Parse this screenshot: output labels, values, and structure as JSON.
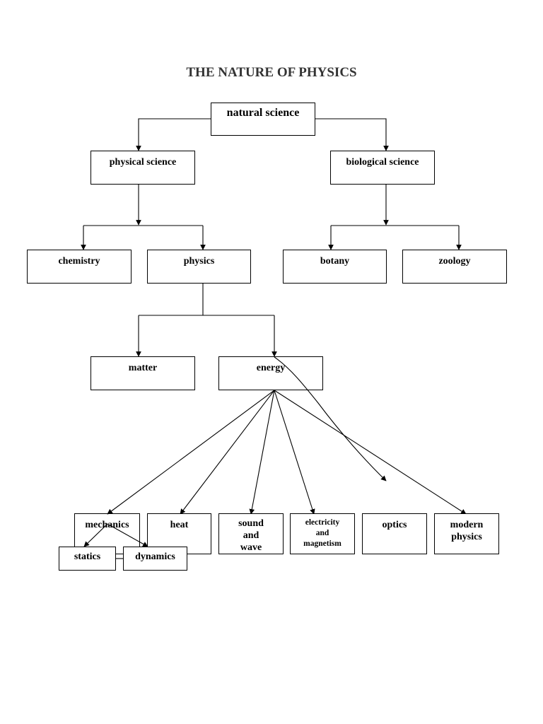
{
  "title": "THE NATURE OF PHYSICS",
  "nodes": {
    "natural_science": "natural science",
    "physical_science": "physical science",
    "biological_science": "biological science",
    "chemistry": "chemistry",
    "physics": "physics",
    "botany": "botany",
    "zoology": "zoology",
    "matter": "matter",
    "energy": "energy",
    "mechanics": "mechanics",
    "heat": "heat",
    "sound_and_wave": "sound\nand\nwave",
    "electricity_and_magnetism": "electricity\nand\nmagnetism",
    "optics": "optics",
    "modern_physics": "modern\nphysics",
    "statics": "statics",
    "dynamics": "dynamics"
  },
  "edges": [
    [
      "natural_science",
      "physical_science"
    ],
    [
      "natural_science",
      "biological_science"
    ],
    [
      "physical_science",
      "chemistry"
    ],
    [
      "physical_science",
      "physics"
    ],
    [
      "biological_science",
      "botany"
    ],
    [
      "biological_science",
      "zoology"
    ],
    [
      "physics",
      "matter"
    ],
    [
      "physics",
      "energy"
    ],
    [
      "energy",
      "mechanics"
    ],
    [
      "energy",
      "heat"
    ],
    [
      "energy",
      "sound_and_wave"
    ],
    [
      "energy",
      "electricity_and_magnetism"
    ],
    [
      "energy",
      "optics"
    ],
    [
      "energy",
      "modern_physics"
    ],
    [
      "mechanics",
      "statics"
    ],
    [
      "mechanics",
      "dynamics"
    ]
  ],
  "colors": {
    "line": "#000000",
    "title": "#333333"
  }
}
